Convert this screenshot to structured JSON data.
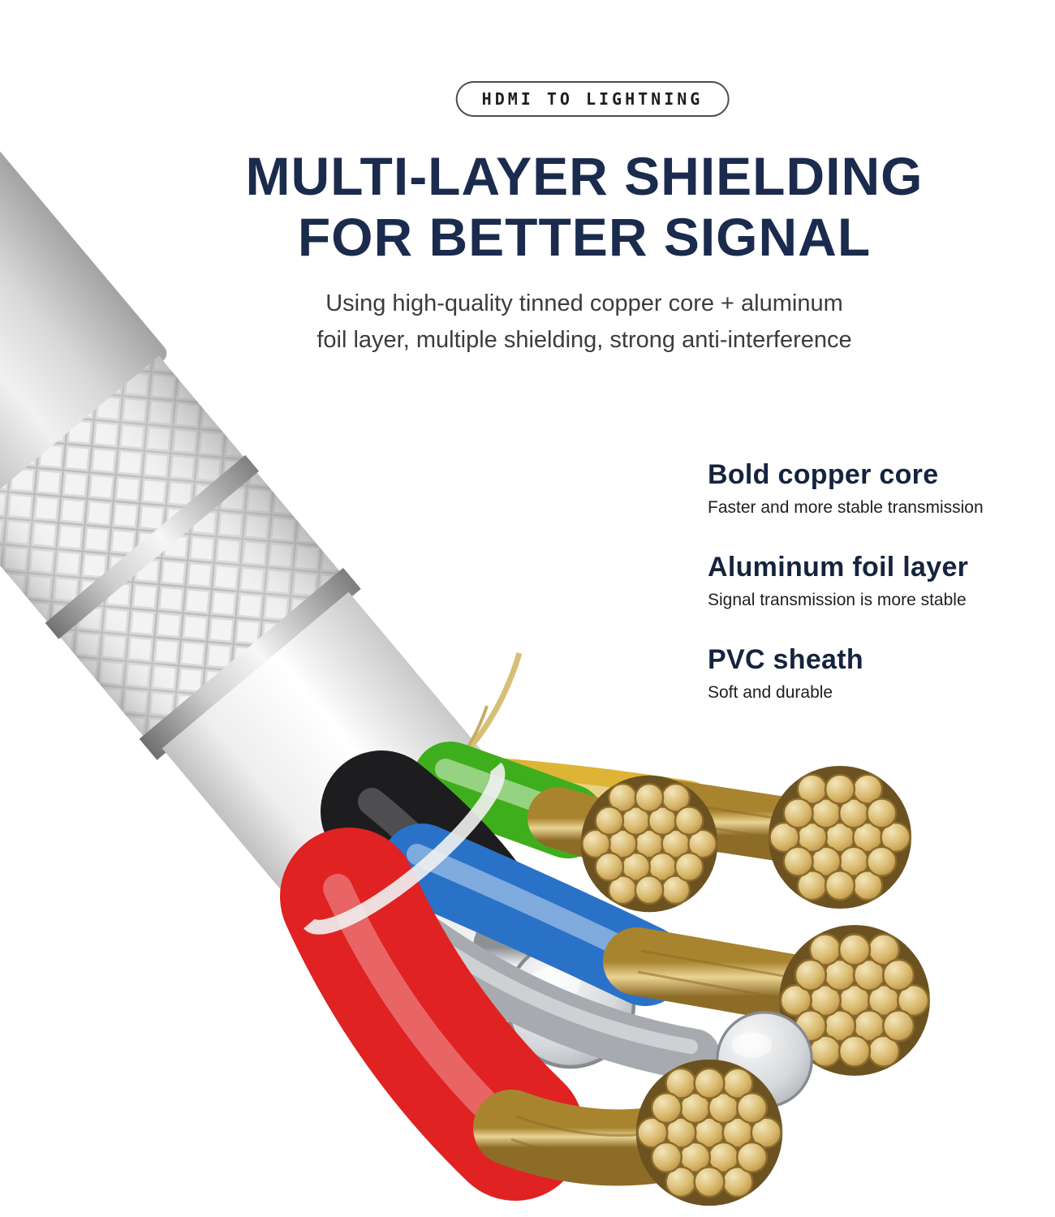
{
  "badge": {
    "label": "HDMI TO LIGHTNING"
  },
  "heading": {
    "line1": "MULTI-LAYER SHIELDING",
    "line2": "FOR BETTER SIGNAL"
  },
  "subheading": {
    "line1": "Using high-quality tinned copper core + aluminum",
    "line2": "foil layer, multiple shielding, strong anti-interference"
  },
  "features": [
    {
      "title": "Bold copper core",
      "description": "Faster and more stable transmission"
    },
    {
      "title": "Aluminum foil layer",
      "description": "Signal transmission is more stable"
    },
    {
      "title": "PVC sheath",
      "description": "Soft and durable"
    }
  ],
  "illustration": {
    "name": "cable-cross-section",
    "parts": [
      "outer-sheath",
      "braided-shield",
      "metal-ring",
      "pvc-inner-sheath",
      "insulated-wires",
      "copper-strand-bundles"
    ],
    "wire_colors": {
      "green": "#3fae1c",
      "black": "#1d1d1f",
      "blue": "#2a72c8",
      "red": "#e02222",
      "yellow": "#ddb436",
      "gray": "#a7abb0",
      "copper": "#d2af62",
      "silver": "#c9ccd0"
    }
  },
  "colors": {
    "heading": "#1b2b4d",
    "body_text": "#3c3c3c",
    "badge_border": "#4d4d4d",
    "background": "#ffffff"
  }
}
